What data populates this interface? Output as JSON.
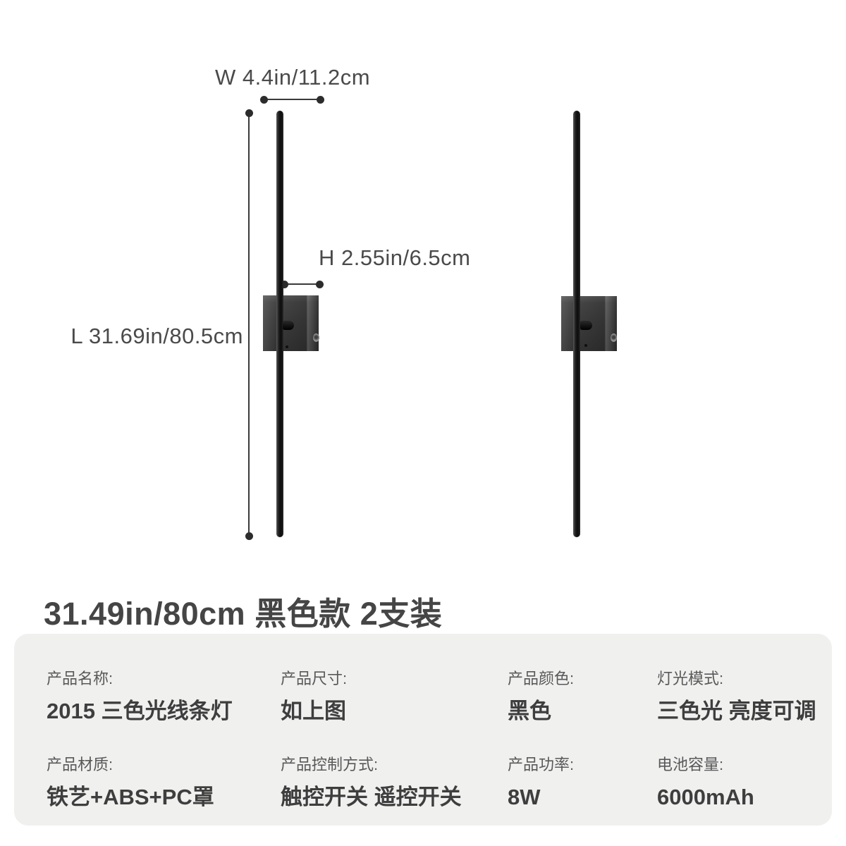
{
  "product_diagram": {
    "width_label": "W 4.4in/11.2cm",
    "height_label": "H 2.55in/6.5cm",
    "length_label": "L 31.69in/80.5cm"
  },
  "title": "31.49in/80cm 黑色款 2支装",
  "spec_table": {
    "rows": [
      [
        {
          "label": "产品名称:",
          "value": "2015 三色光线条灯"
        },
        {
          "label": "产品尺寸:",
          "value": "如上图"
        },
        {
          "label": "产品颜色:",
          "value": "黑色"
        },
        {
          "label": "灯光模式:",
          "value": "三色光 亮度可调"
        }
      ],
      [
        {
          "label": "产品材质:",
          "value": "铁艺+ABS+PC罩"
        },
        {
          "label": "产品控制方式:",
          "value": "触控开关 遥控开关"
        },
        {
          "label": "产品功率:",
          "value": "8W"
        },
        {
          "label": "电池容量:",
          "value": "6000mAh"
        }
      ]
    ]
  },
  "colors": {
    "page_background": "#ffffff",
    "panel_background": "#f0f0ef",
    "dimension_line": "#3a3a3a",
    "dimension_text": "#4a4a4a",
    "title_text": "#454545",
    "label_text": "#595959",
    "value_text": "#3e3e3e",
    "lamp_black": "#1a1a1a"
  }
}
